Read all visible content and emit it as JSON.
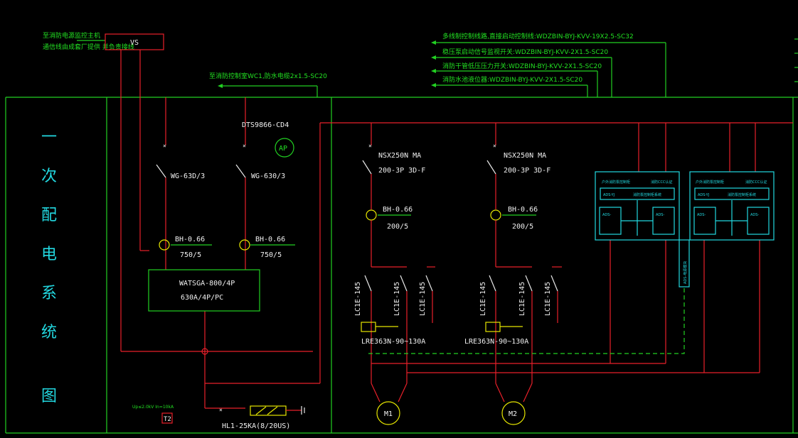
{
  "title_vertical": [
    "一",
    "次",
    "配",
    "电",
    "系",
    "统",
    "图"
  ],
  "top_left_note": [
    "至消防电源监控主机",
    "通信线由成套厂提供 并负责接线"
  ],
  "vs_label": "VS",
  "signal_note": "至消防控制室WC1,防水电缆2x1.5-SC20",
  "meter_label": "DTS9866-CD4",
  "ap_label": "AP",
  "breakers_left": [
    {
      "label": "WG-63D/3"
    },
    {
      "label": "WG-630/3"
    }
  ],
  "ct_left": [
    {
      "model": "BH-0.66",
      "ratio": "750/5"
    },
    {
      "model": "BH-0.66",
      "ratio": "750/5"
    }
  ],
  "ats": {
    "line1": "WATSGA-800/4P",
    "line2": "630A/4P/PC"
  },
  "spd": {
    "label": "HL1-25KA(8/20US)",
    "note": "Up≤2.0kV In=10kA",
    "tag": "T2"
  },
  "right_notes": [
    "多线制控制线路,直接启动控制线:WDZBIN-BYJ-KVV-19X2.5-SC32",
    "稳压泵启动信号监视开关:WDZBIN-BYJ-KVV-2X1.5-SC20",
    "消防干管低压压力开关:WDZBIN-BYJ-KVV-2X1.5-SC20",
    "消防水池液位器:WDZBIN-BYJ-KVV-2X1.5-SC20"
  ],
  "feeders": [
    {
      "breaker": "NSX250N MA",
      "breaker2": "200-3P 3D-F",
      "ct": "BH-0.66",
      "ratio": "200/5",
      "contactors": [
        "LC1E-145",
        "LC1E-145",
        "LC1E-145"
      ],
      "relay": "LRE363N-90~130A",
      "motor": "M1"
    },
    {
      "breaker": "NSX250N MA",
      "breaker2": "200-3P 3D-F",
      "ct": "BH-0.66",
      "ratio": "200/5",
      "contactors": [
        "LC1E-145",
        "LC1E-145",
        "LC1E-145"
      ],
      "relay": "LRE363N-90~130A",
      "motor": "M2"
    }
  ],
  "ads_boxes": [
    {
      "tl": "户外消防泵控制柜",
      "tr": "消防CCC认证",
      "mid": "ADS-YJ",
      "mid2": "消防泵控制柜系统",
      "left": "ADS-",
      "right": "ADS-"
    },
    {
      "tl": "户外消防泵控制柜",
      "tr": "消防CCC认证",
      "mid": "ADS-YJ",
      "mid2": "消防泵控制柜系统",
      "left": "ADS-",
      "right": "ADS-"
    }
  ],
  "ads_vertical": "ADS-电源模块",
  "colors": {
    "background": "#000000",
    "power": "#e8202a",
    "frame": "#22d022",
    "module": "#22d8e0",
    "text": "#f0f0f0"
  }
}
